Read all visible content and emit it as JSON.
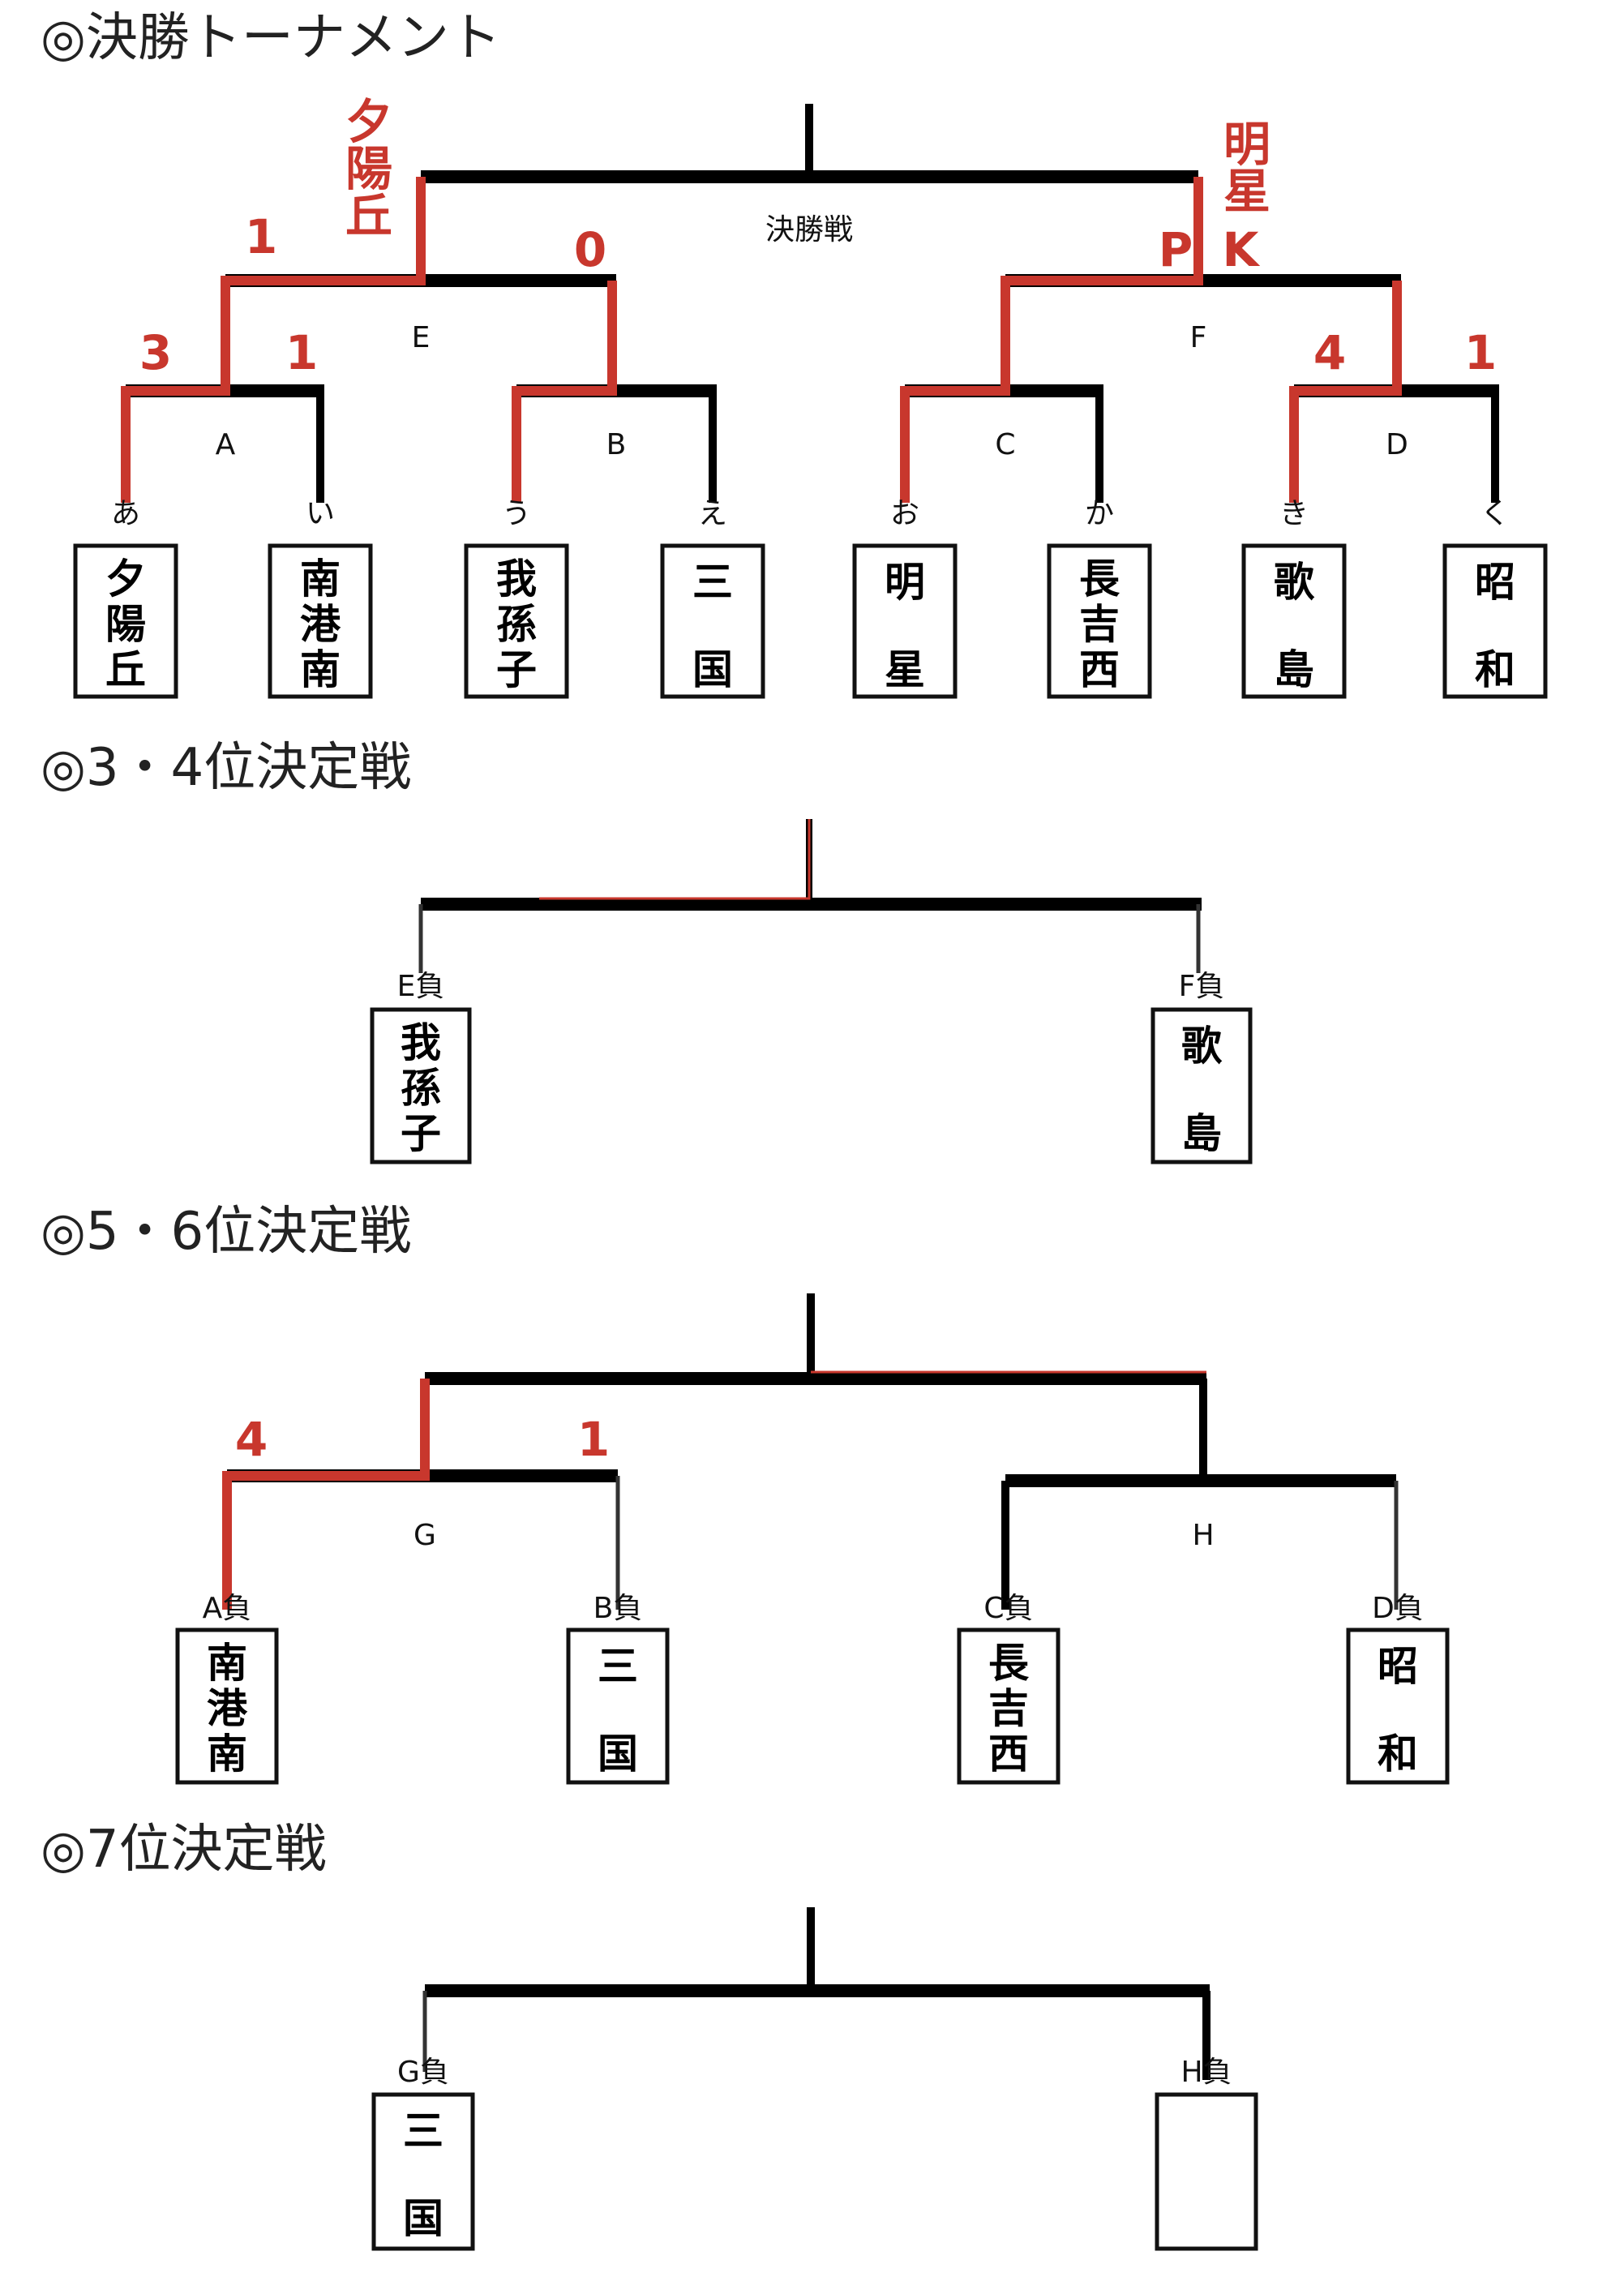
{
  "colors": {
    "winner_line": "#c8372d",
    "line": "#000000",
    "score": "#c8372d"
  },
  "sections": {
    "final": {
      "title": "◎決勝トーナメント",
      "final_label": "決勝戦",
      "semis": [
        {
          "label": "E",
          "winner_name": "夕陽丘",
          "left_score": "1",
          "right_score": "0"
        },
        {
          "label": "F",
          "winner_name": "明星",
          "left_score": "P",
          "right_score": "K"
        }
      ],
      "quarters": [
        {
          "label": "A",
          "left_score": "3",
          "right_score": "1",
          "winner": "left"
        },
        {
          "label": "B",
          "left_score": "",
          "right_score": "",
          "winner": "left"
        },
        {
          "label": "C",
          "left_score": "",
          "right_score": "",
          "winner": "left"
        },
        {
          "label": "D",
          "left_score": "4",
          "right_score": "1",
          "winner": "left"
        }
      ],
      "teams": [
        {
          "slot": "あ",
          "name": "夕陽丘"
        },
        {
          "slot": "い",
          "name": "南港南"
        },
        {
          "slot": "う",
          "name": "我孫子"
        },
        {
          "slot": "え",
          "name": "三国"
        },
        {
          "slot": "お",
          "name": "明星"
        },
        {
          "slot": "か",
          "name": "長吉西"
        },
        {
          "slot": "き",
          "name": "歌島"
        },
        {
          "slot": "く",
          "name": "昭和"
        }
      ]
    },
    "third_place": {
      "title": "◎3・4位決定戦",
      "teams": [
        {
          "slot": "E負",
          "name": "我孫子"
        },
        {
          "slot": "F負",
          "name": "歌島"
        }
      ]
    },
    "fifth_place": {
      "title": "◎5・6位決定戦",
      "matches": [
        {
          "label": "G",
          "left_score": "4",
          "right_score": "1",
          "winner": "left"
        },
        {
          "label": "H",
          "left_score": "",
          "right_score": "",
          "winner": ""
        }
      ],
      "teams": [
        {
          "slot": "A負",
          "name": "南港南"
        },
        {
          "slot": "B負",
          "name": "三国"
        },
        {
          "slot": "C負",
          "name": "長吉西"
        },
        {
          "slot": "D負",
          "name": "昭和"
        }
      ]
    },
    "seventh_place": {
      "title": "◎7位決定戦",
      "teams": [
        {
          "slot": "G負",
          "name": "三国"
        },
        {
          "slot": "H負",
          "name": ""
        }
      ]
    }
  }
}
